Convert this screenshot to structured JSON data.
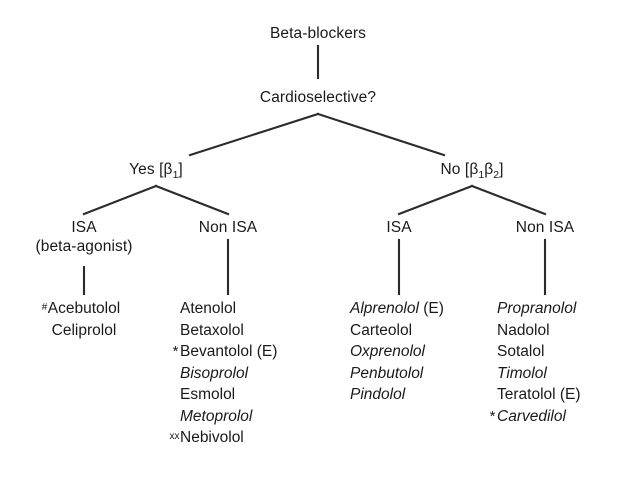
{
  "diagram": {
    "title": "Beta-blockers classification tree",
    "root": "Beta-blockers",
    "decision": "Cardioselective?",
    "branches": {
      "yes_label": "Yes [β",
      "yes_sub": "1",
      "yes_close": "]",
      "no_label": "No [β",
      "no_sub1": "1",
      "no_mid": "β",
      "no_sub2": "2",
      "no_close": "]"
    },
    "columns": [
      {
        "id": "cardioselective-isa",
        "heading": "ISA",
        "subheading": "(beta-agonist)",
        "align": "center",
        "items": [
          {
            "mark": "#",
            "mark_style": "sup",
            "name": "Acebutolol",
            "suffix": "",
            "italic": false
          },
          {
            "mark": "",
            "mark_style": "",
            "name": "Celiprolol",
            "suffix": "",
            "italic": false
          }
        ]
      },
      {
        "id": "cardioselective-non-isa",
        "heading": "Non ISA",
        "subheading": "",
        "align": "left",
        "items": [
          {
            "mark": "",
            "mark_style": "",
            "name": "Atenolol",
            "suffix": "",
            "italic": false
          },
          {
            "mark": "",
            "mark_style": "",
            "name": "Betaxolol",
            "suffix": "",
            "italic": false
          },
          {
            "mark": "*",
            "mark_style": "star",
            "name": "Bevantolol",
            "suffix": " (E)",
            "italic": false
          },
          {
            "mark": "",
            "mark_style": "",
            "name": "Bisoprolol",
            "suffix": "",
            "italic": true
          },
          {
            "mark": "",
            "mark_style": "",
            "name": "Esmolol",
            "suffix": "",
            "italic": false
          },
          {
            "mark": "",
            "mark_style": "",
            "name": "Metoprolol",
            "suffix": "",
            "italic": true
          },
          {
            "mark": "xx",
            "mark_style": "sup",
            "name": "Nebivolol",
            "suffix": "",
            "italic": false
          }
        ]
      },
      {
        "id": "noncardioselective-isa",
        "heading": "ISA",
        "subheading": "",
        "align": "left",
        "items": [
          {
            "mark": "",
            "mark_style": "",
            "name": "Alprenolol",
            "suffix": " (E)",
            "italic": true
          },
          {
            "mark": "",
            "mark_style": "",
            "name": "Carteolol",
            "suffix": "",
            "italic": false
          },
          {
            "mark": "",
            "mark_style": "",
            "name": "Oxprenolol",
            "suffix": "",
            "italic": true
          },
          {
            "mark": "",
            "mark_style": "",
            "name": "Penbutolol",
            "suffix": "",
            "italic": true
          },
          {
            "mark": "",
            "mark_style": "",
            "name": "Pindolol",
            "suffix": "",
            "italic": true
          }
        ]
      },
      {
        "id": "noncardioselective-non-isa",
        "heading": "Non ISA",
        "subheading": "",
        "align": "left",
        "items": [
          {
            "mark": "",
            "mark_style": "",
            "name": "Propranolol",
            "suffix": "",
            "italic": true
          },
          {
            "mark": "",
            "mark_style": "",
            "name": "Nadolol",
            "suffix": "",
            "italic": false
          },
          {
            "mark": "",
            "mark_style": "",
            "name": "Sotalol",
            "suffix": "",
            "italic": false
          },
          {
            "mark": "",
            "mark_style": "",
            "name": "Timolol",
            "suffix": "",
            "italic": true
          },
          {
            "mark": "",
            "mark_style": "",
            "name": "Teratolol",
            "suffix": " (E)",
            "italic": false
          },
          {
            "mark": "*",
            "mark_style": "star",
            "name": "Carvedilol",
            "suffix": "",
            "italic": true
          }
        ]
      }
    ],
    "colors": {
      "background": "#ffffff",
      "text": "#1a1a1a",
      "line": "#2b2b2b"
    }
  }
}
